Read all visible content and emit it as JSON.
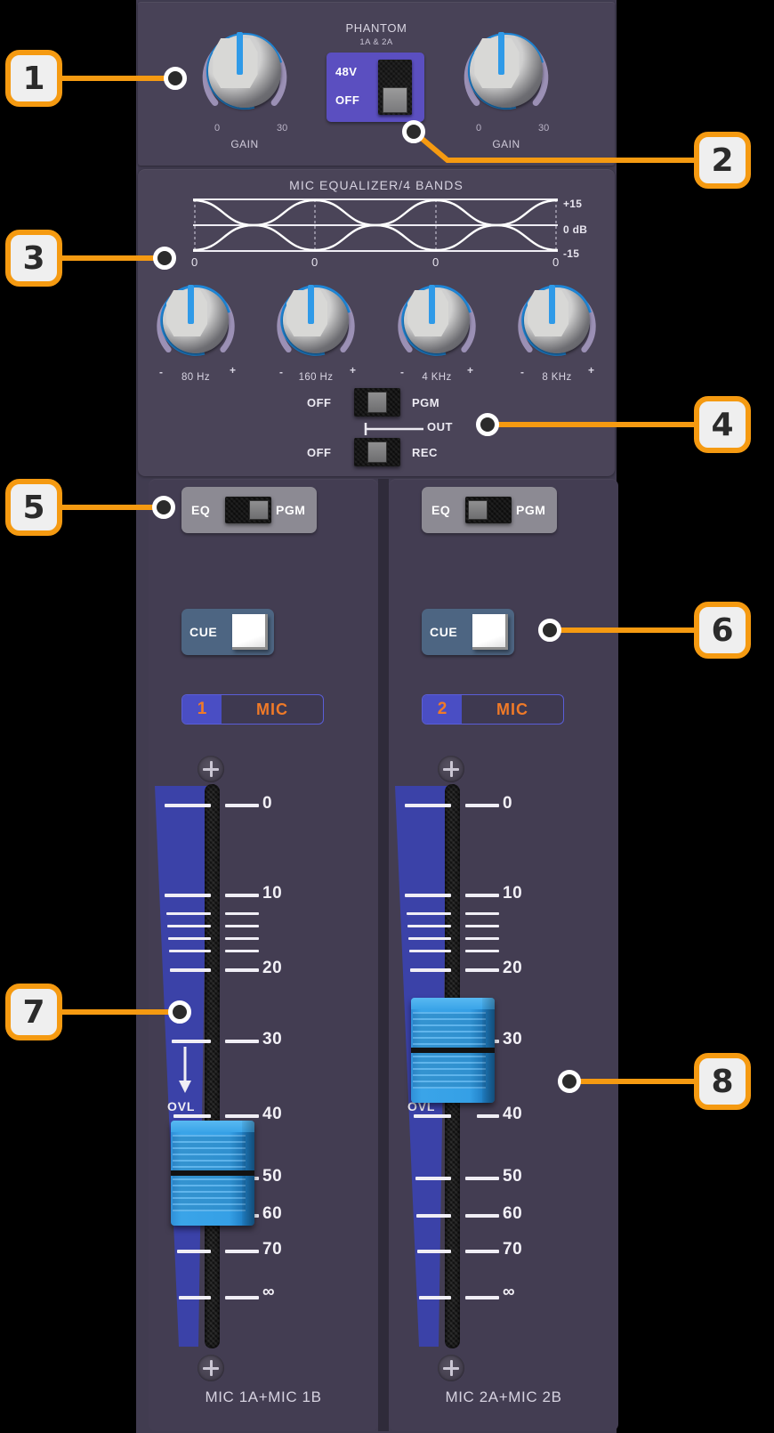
{
  "device": {
    "type": "audio-mixer-mic-channel-panel"
  },
  "preamp": {
    "gain_left": {
      "label": "GAIN",
      "min": "0",
      "max": "30"
    },
    "gain_right": {
      "label": "GAIN",
      "min": "0",
      "max": "30"
    },
    "phantom": {
      "title": "PHANTOM",
      "subtitle": "1A & 2A",
      "on_label": "48V",
      "off_label": "OFF",
      "position": "OFF"
    }
  },
  "equalizer": {
    "title": "MIC EQUALIZER/4 BANDS",
    "axis_labels": [
      "+15",
      "0 dB",
      "-15"
    ],
    "band_zero_marks": [
      "0",
      "0",
      "0",
      "0"
    ],
    "bands": [
      {
        "freq": "80 Hz",
        "minus": "-",
        "plus": "+"
      },
      {
        "freq": "160 Hz",
        "minus": "-",
        "plus": "+"
      },
      {
        "freq": "4 KHz",
        "minus": "-",
        "plus": "+"
      },
      {
        "freq": "8 KHz",
        "minus": "-",
        "plus": "+"
      }
    ],
    "routing": {
      "pgm_switch": {
        "left_label": "OFF",
        "right_label": "PGM",
        "position": "center"
      },
      "rec_switch": {
        "left_label": "OFF",
        "right_label": "REC",
        "position": "center"
      },
      "out_label": "OUT"
    }
  },
  "channels": [
    {
      "id": "1",
      "eq_pgm": {
        "left_label": "EQ",
        "right_label": "PGM",
        "position": "right"
      },
      "cue": {
        "label": "CUE",
        "state": "off"
      },
      "tag": {
        "number": "1",
        "name": "MIC"
      },
      "fader": {
        "position_db": "50",
        "ovl_label": "OVL"
      },
      "bottom_label": "MIC 1A+MIC 1B"
    },
    {
      "id": "2",
      "eq_pgm": {
        "left_label": "EQ",
        "right_label": "PGM",
        "position": "left"
      },
      "cue": {
        "label": "CUE",
        "state": "off"
      },
      "tag": {
        "number": "2",
        "name": "MIC"
      },
      "fader": {
        "position_db": "30",
        "ovl_label": "OVL"
      },
      "bottom_label": "MIC 2A+MIC 2B"
    }
  ],
  "fader_scale": {
    "major_ticks": [
      "0",
      "10",
      "20",
      "30",
      "40",
      "50",
      "60",
      "70",
      "∞"
    ]
  },
  "callouts": [
    {
      "number": "1",
      "target": "gain-knob-left"
    },
    {
      "number": "2",
      "target": "gain-knob-right"
    },
    {
      "number": "3",
      "target": "eq-graph"
    },
    {
      "number": "4",
      "target": "eq-routing-switches"
    },
    {
      "number": "5",
      "target": "eq-pgm-switch-channel-1"
    },
    {
      "number": "6",
      "target": "cue-button-channel-2"
    },
    {
      "number": "7",
      "target": "fader-channel-1"
    },
    {
      "number": "8",
      "target": "fader-channel-2"
    }
  ],
  "colors": {
    "accent": "#f59a11",
    "panel": "#484257",
    "chassis": "#413c50",
    "knob_pointer": "#2f9ae8",
    "fader_cap": "#35a0e6",
    "mic_tag_text": "#f07a28",
    "phantom_box": "#5b4fc0"
  }
}
